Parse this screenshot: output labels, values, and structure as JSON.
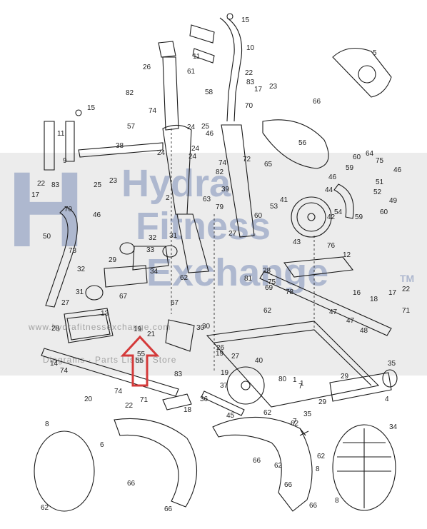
{
  "diagram": {
    "callouts": [
      "15",
      "11",
      "10",
      "26",
      "61",
      "58",
      "22",
      "83",
      "17",
      "23",
      "82",
      "74",
      "57",
      "24",
      "25",
      "46",
      "70",
      "5",
      "66",
      "15",
      "11",
      "9",
      "38",
      "24",
      "24",
      "72",
      "56",
      "22",
      "83",
      "17",
      "23",
      "25",
      "24",
      "74",
      "82",
      "63",
      "39",
      "44",
      "46",
      "60",
      "64",
      "75",
      "46",
      "59",
      "51",
      "70",
      "46",
      "1",
      "79",
      "65",
      "41",
      "42",
      "52",
      "49",
      "53",
      "60",
      "54",
      "30",
      "60",
      "50",
      "73",
      "27",
      "32",
      "33",
      "31",
      "29",
      "28",
      "12",
      "76",
      "59",
      "43",
      "32",
      "34",
      "81",
      "2",
      "62",
      "31",
      "27",
      "67",
      "67",
      "30",
      "13",
      "75",
      "78",
      "17",
      "22",
      "69",
      "16",
      "19",
      "21",
      "62",
      "18",
      "71",
      "28",
      "47",
      "48",
      "14",
      "80",
      "26",
      "7",
      "47",
      "55",
      "40",
      "19",
      "27",
      "19",
      "35",
      "74",
      "29",
      "74",
      "37",
      "83",
      "1",
      "4",
      "20",
      "71",
      "36",
      "29",
      "22",
      "18",
      "45",
      "62",
      "35",
      "8",
      "6",
      "62",
      "34",
      "66",
      "62",
      "66",
      "66",
      "8",
      "62",
      "66",
      "66",
      "7",
      "62",
      "8"
    ],
    "watermark_logo": "H",
    "watermark_brand": [
      "Hydra",
      "Fitness",
      "Exchange"
    ],
    "watermark_tm": "TM",
    "watermark_line1": "www.hydrafitnessexchange.com",
    "watermark_line2": "Diagrams  ·  Parts Lists  ·  Store",
    "highlight_part": "55"
  },
  "colors": {
    "line": "#1a1a1a",
    "watermark": "#9aa7c6",
    "watermark_band": "#dcdcdc",
    "highlight_arrow": "#d43a3a"
  }
}
